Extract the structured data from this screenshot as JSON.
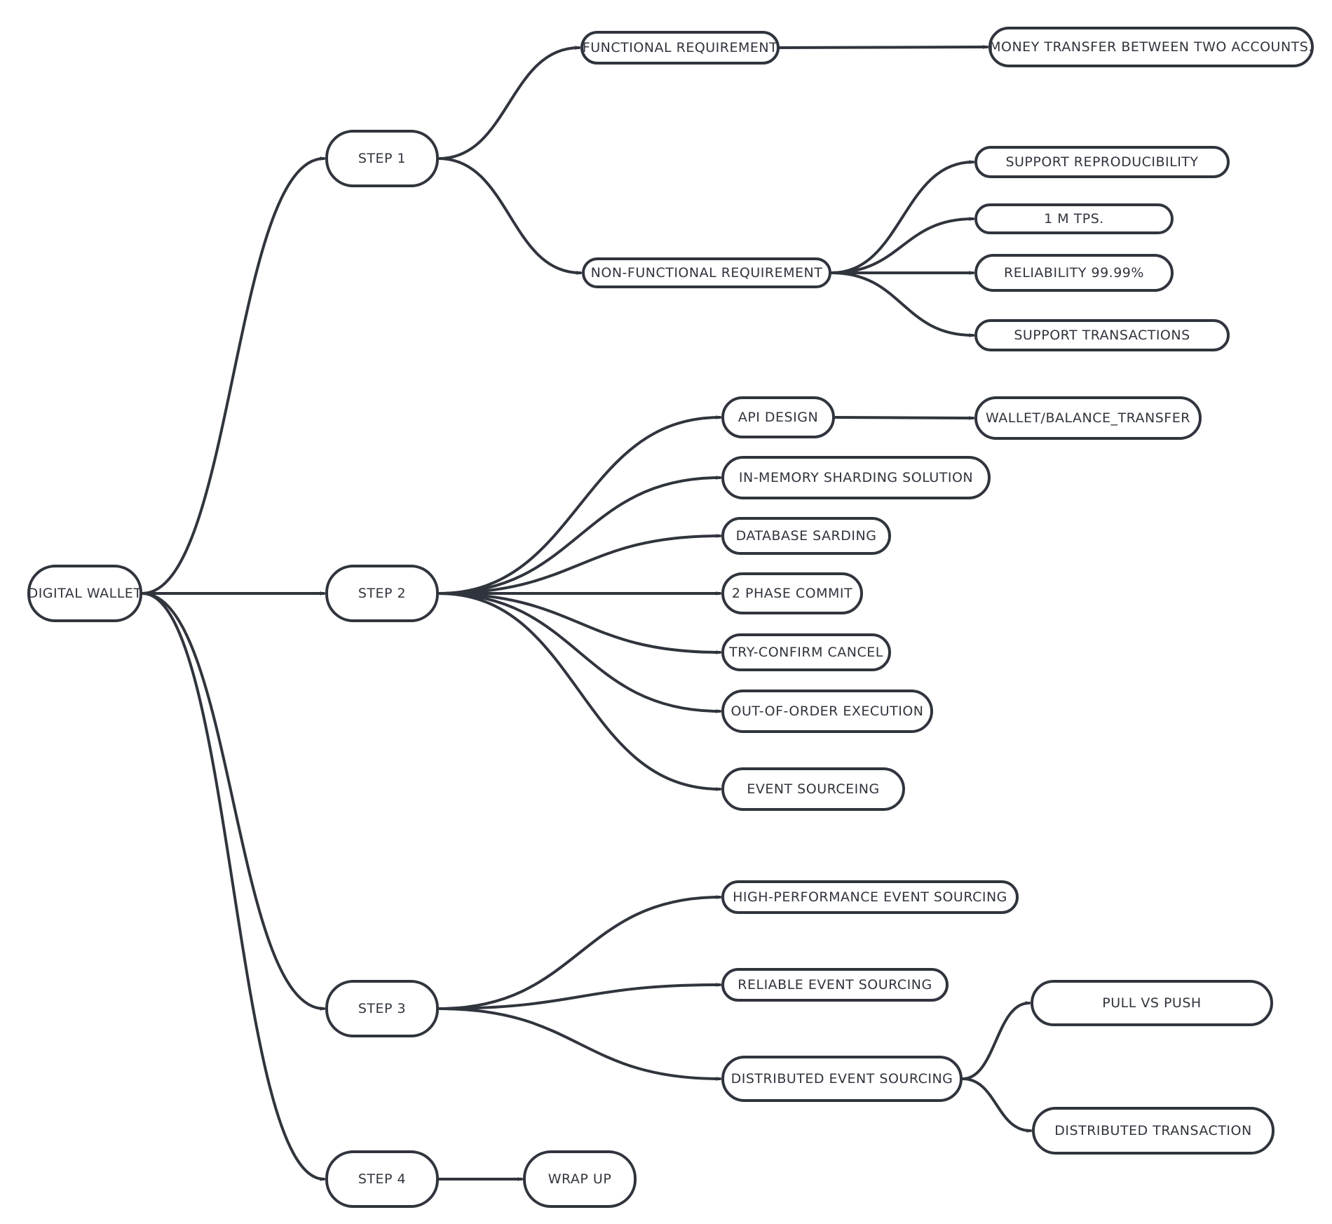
{
  "colors": {
    "stroke": "#30343d",
    "background": "#ffffff"
  },
  "nodes": {
    "root": "DIGITAL WALLET",
    "step1": "STEP 1",
    "functional": "FUNCTIONAL REQUIREMENT",
    "money": "MONEY TRANSFER BETWEEN TWO ACCOUNTS.",
    "nonfunctional": "NON-FUNCTIONAL REQUIREMENT",
    "reproducibility": "SUPPORT REPRODUCIBILITY",
    "tps": "1 M TPS.",
    "reliability": "RELIABILITY 99.99%",
    "transactions": "SUPPORT TRANSACTIONS",
    "step2": "STEP 2",
    "api": "API DESIGN",
    "wallet": "WALLET/BALANCE_TRANSFER",
    "inmemory": "IN-MEMORY SHARDING SOLUTION",
    "database": "DATABASE SARDING",
    "phase": "2 PHASE COMMIT",
    "tcc": "TRY-CONFIRM CANCEL",
    "ooo": "OUT-OF-ORDER EXECUTION",
    "event": "EVENT SOURCEING",
    "step3": "STEP 3",
    "highperf": "HIGH-PERFORMANCE EVENT SOURCING",
    "reliable": "RELIABLE EVENT SOURCING",
    "distributed": "DISTRIBUTED EVENT SOURCING",
    "pullpush": "PULL VS PUSH",
    "disttx": "DISTRIBUTED TRANSACTION",
    "step4": "STEP 4",
    "wrapup": "WRAP UP"
  }
}
